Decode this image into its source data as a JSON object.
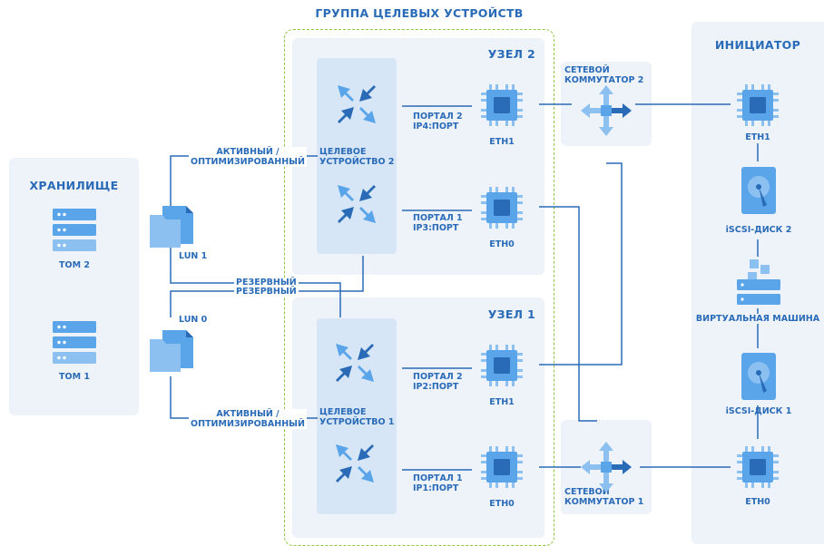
{
  "group": {
    "title": "ГРУППА ЦЕЛЕВЫХ УСТРОЙСТВ"
  },
  "storage": {
    "title": "ХРАНИЛИЩЕ",
    "volumes": [
      "ТОМ 2",
      "ТОМ 1"
    ],
    "luns": [
      "LUN 1",
      "LUN 0"
    ]
  },
  "nodes": [
    {
      "title": "УЗЕЛ 2",
      "target": "ЦЕЛЕВОЕ\nУСТРОЙСТВО 2",
      "portals": [
        {
          "label": "ПОРТАЛ 2\nIP4:ПОРТ",
          "eth": "ETH1"
        },
        {
          "label": "ПОРТАЛ 1\nIP3:ПОРТ",
          "eth": "ETH0"
        }
      ]
    },
    {
      "title": "УЗЕЛ 1",
      "target": "ЦЕЛЕВОЕ\nУСТРОЙСТВО 1",
      "portals": [
        {
          "label": "ПОРТАЛ 2\nIP2:ПОРТ",
          "eth": "ETH1"
        },
        {
          "label": "ПОРТАЛ 1\nIP1:ПОРТ",
          "eth": "ETH0"
        }
      ]
    }
  ],
  "paths": {
    "active_optimized": "АКТИВНЫЙ /\nОПТИМИЗИРОВАННЫЙ",
    "standby": "РЕЗЕРВНЫЙ"
  },
  "switches": [
    "СЕТЕВОЙ\nКОММУТАТОР 2",
    "СЕТЕВОЙ\nКОММУТАТОР 1"
  ],
  "initiator": {
    "title": "ИНИЦИАТОР",
    "eth_top": "ETH1",
    "disk2": "iSCSI-ДИСК 2",
    "vm": "ВИРТУАЛЬНАЯ МАШИНА",
    "disk1": "iSCSI-ДИСК 1",
    "eth_bottom": "ETH0"
  },
  "colors": {
    "accent": "#2a6bb8",
    "panel": "#eef3fa",
    "group_border": "#8dc63f",
    "chip": "#5aa5ea"
  }
}
